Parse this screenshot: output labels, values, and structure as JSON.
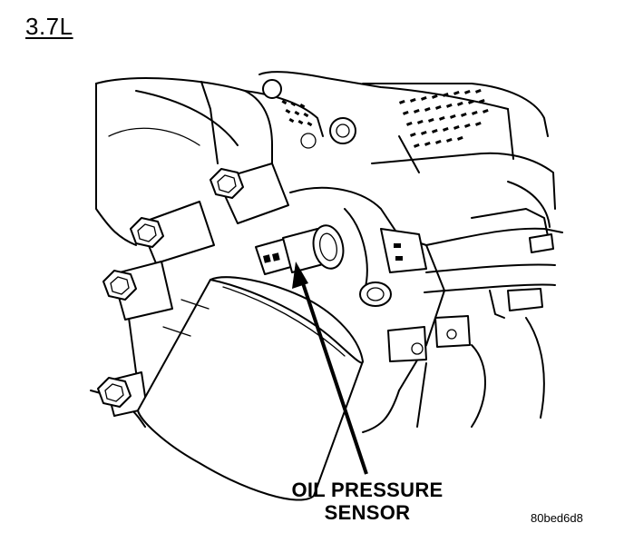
{
  "engine_label": "3.7L",
  "callout": {
    "line1": "OIL PRESSURE",
    "line2": "SENSOR"
  },
  "figure_id": "80bed6d8",
  "icons": {
    "illustration": "engine-block-line-drawing",
    "pointer": "callout-arrow"
  }
}
